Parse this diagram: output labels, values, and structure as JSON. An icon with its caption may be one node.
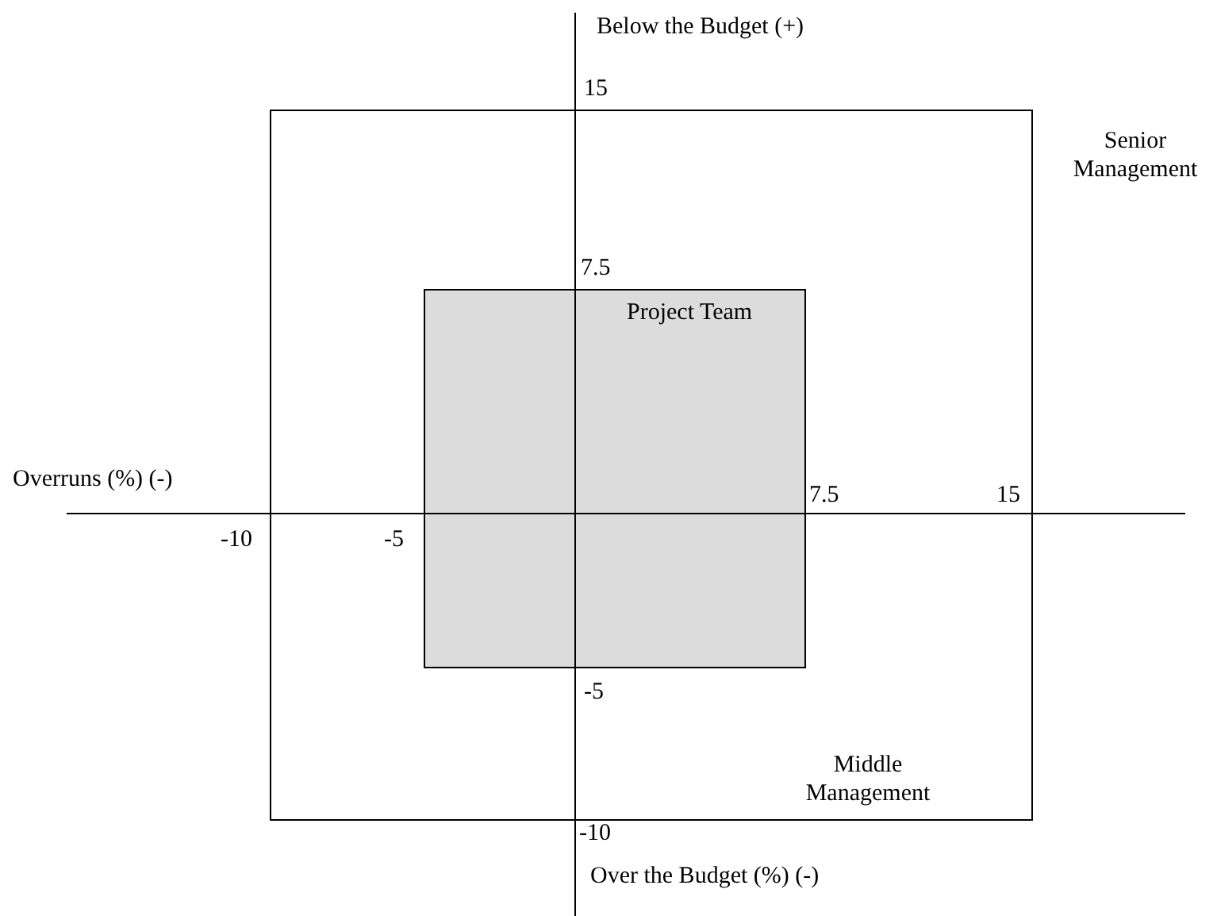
{
  "diagram": {
    "nodes": [
      {
        "text": [
          "Middle Management"
        ]
      },
      {
        "text": [
          "Project Team"
        ],
        "in": 0
      }
    ],
    "labels": [
      "Below the Budget (+)",
      "15",
      "Senior Management",
      "7.5",
      "Overruns (%)  (-)",
      "-10",
      "-5",
      "7.5",
      "15",
      "-5",
      "-10",
      "Over the Budget (%) (-)"
    ]
  }
}
